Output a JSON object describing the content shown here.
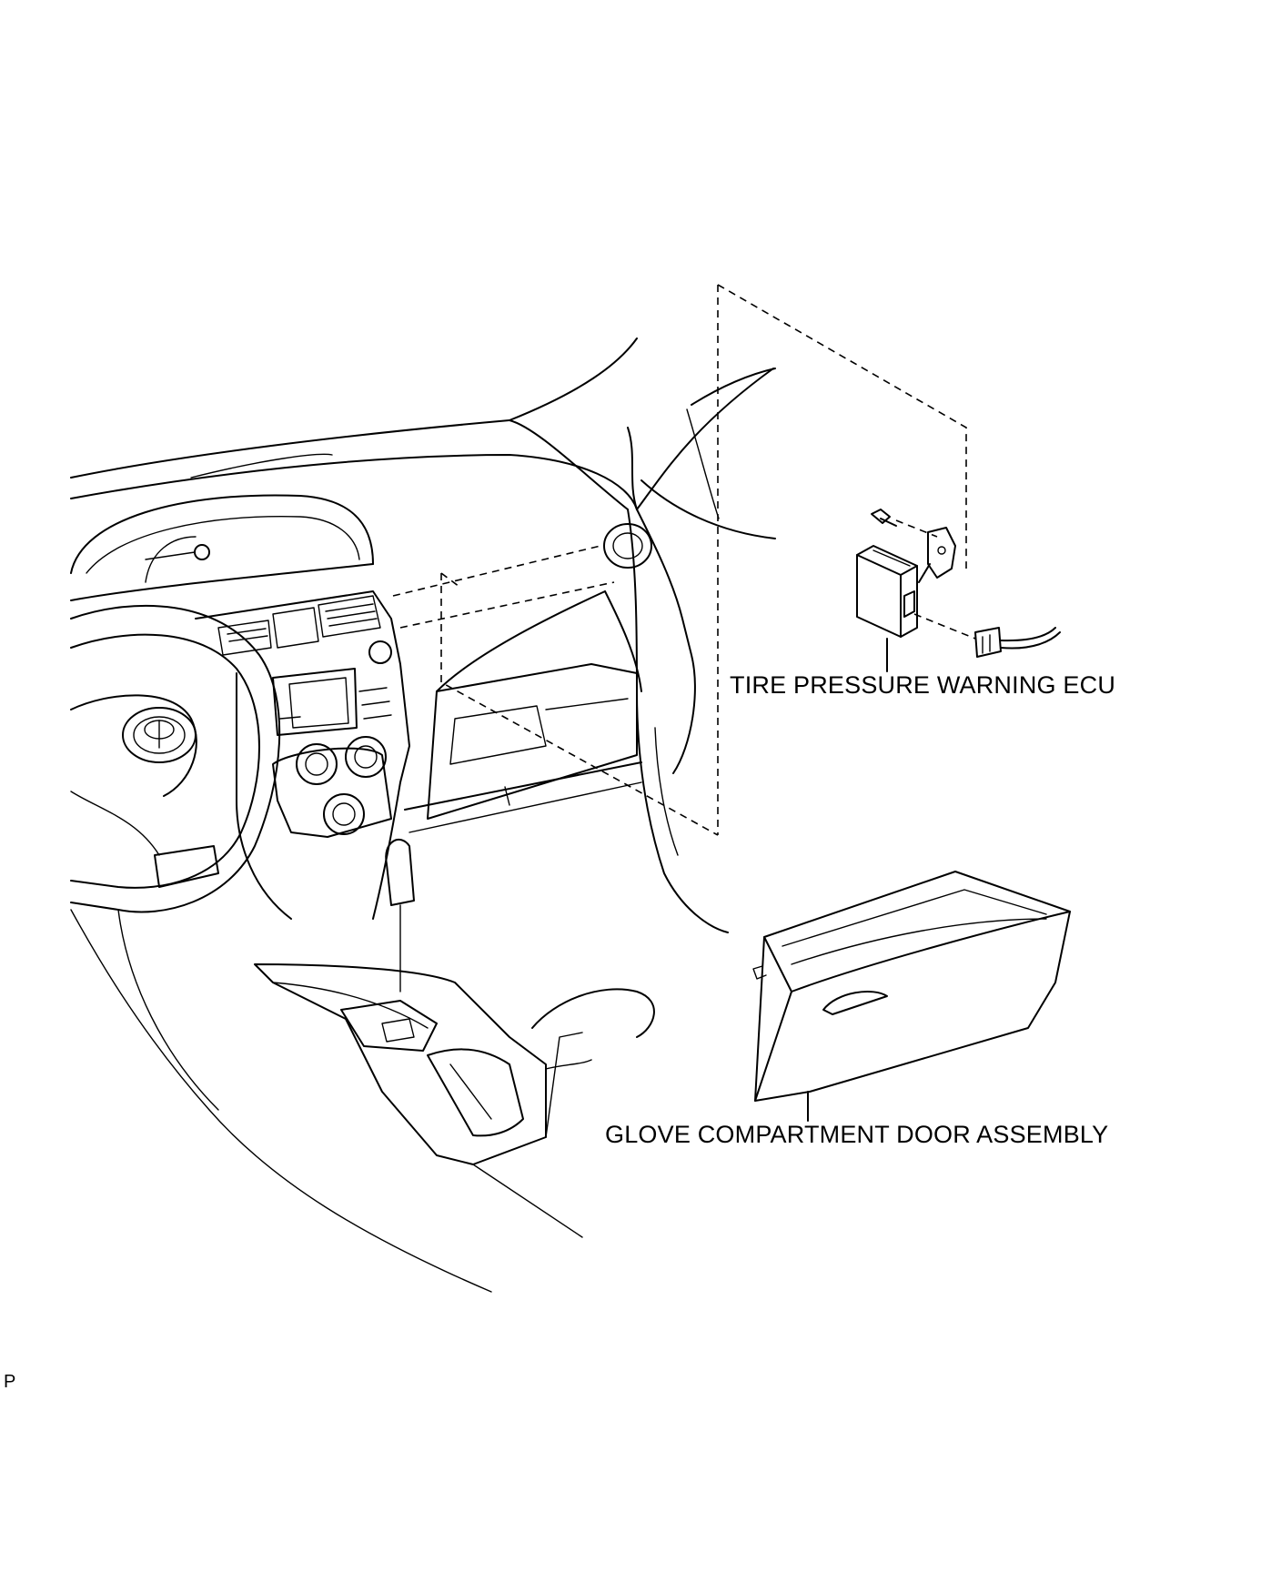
{
  "labels": {
    "ecu": "TIRE PRESSURE WARNING ECU",
    "glove": "GLOVE COMPARTMENT DOOR ASSEMBLY",
    "code": "P"
  },
  "colors": {
    "line": "#000000",
    "background": "#ffffff"
  }
}
